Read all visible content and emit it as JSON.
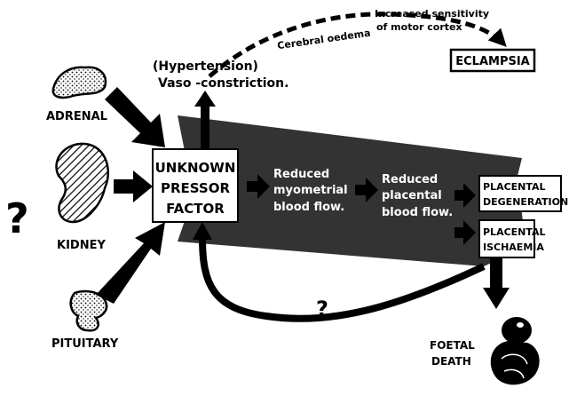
{
  "organs": {
    "adrenal": "ADRENAL",
    "kidney": "KIDNEY",
    "pituitary": "PITUITARY",
    "unknown_mark": "?"
  },
  "factor": {
    "line1": "UNKNOWN",
    "line2": "PRESSOR",
    "line3": "FACTOR"
  },
  "top": {
    "hypertension": "(Hypertension)",
    "vaso": "Vaso -constriction.",
    "cerebral": "Cerebral oedema",
    "sensitivity1": "Increased sensitivity",
    "sensitivity2": "of motor cortex",
    "eclampsia": "ECLAMPSIA"
  },
  "flow": {
    "reduced_myo_1": "Reduced",
    "reduced_myo_2": "myometrial",
    "reduced_myo_3": "blood flow.",
    "reduced_pla_1": "Reduced",
    "reduced_pla_2": "placental",
    "reduced_pla_3": "blood flow."
  },
  "outcomes": {
    "degeneration1": "PLACENTAL",
    "degeneration2": "DEGENERATION",
    "ischaemia1": "PLACENTAL",
    "ischaemia2": "ISCHAEMIA",
    "feedback_mark": "?",
    "foetal1": "FOETAL",
    "foetal2": "DEATH"
  }
}
